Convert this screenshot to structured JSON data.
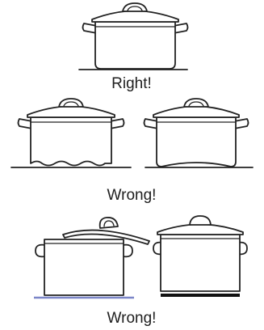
{
  "labels": {
    "right": "Right!",
    "wrong_middle": "Wrong!",
    "wrong_bottom": "Wrong!"
  },
  "colors": {
    "ink": "#222222",
    "hob_blue": "#7b86c8"
  }
}
